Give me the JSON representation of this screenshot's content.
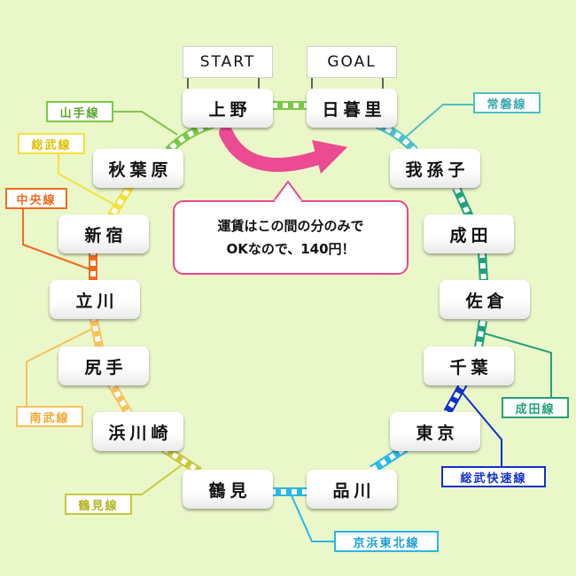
{
  "flags": {
    "start": "START",
    "goal": "GOAL"
  },
  "stations": {
    "ueno": "上野",
    "nippori": "日暮里",
    "akihabara": "秋葉原",
    "shinjuku": "新宿",
    "tachikawa": "立川",
    "shiriteh": "尻手",
    "hamakawasaki": "浜川崎",
    "tsurumi": "鶴見",
    "shinagawa": "品川",
    "tokyo": "東京",
    "chiba": "千葉",
    "sakura": "佐倉",
    "narita": "成田",
    "abiko": "我孫子"
  },
  "lines": {
    "yamanote": "山手線",
    "sobu": "総武線",
    "chuo": "中央線",
    "nambu": "南武線",
    "tsurumi": "鶴見線",
    "keihin_tohoku": "京浜東北線",
    "sobu_rapid": "総武快速線",
    "narita": "成田線",
    "joban": "常磐線"
  },
  "colors": {
    "yamanote": "#7ac943",
    "sobu": "#f5e03a",
    "chuo": "#f26b1d",
    "nambu": "#f9c25a",
    "tsurumi": "#c8c83a",
    "keihin_tohoku": "#29b6e8",
    "sobu_rapid": "#1030c8",
    "narita": "#21a27a",
    "joban": "#4bc0c8",
    "arrow": "#ec4a93"
  },
  "bubble": {
    "line1": "運賃はこの間の分のみで",
    "line2": "OKなので、140円！"
  }
}
